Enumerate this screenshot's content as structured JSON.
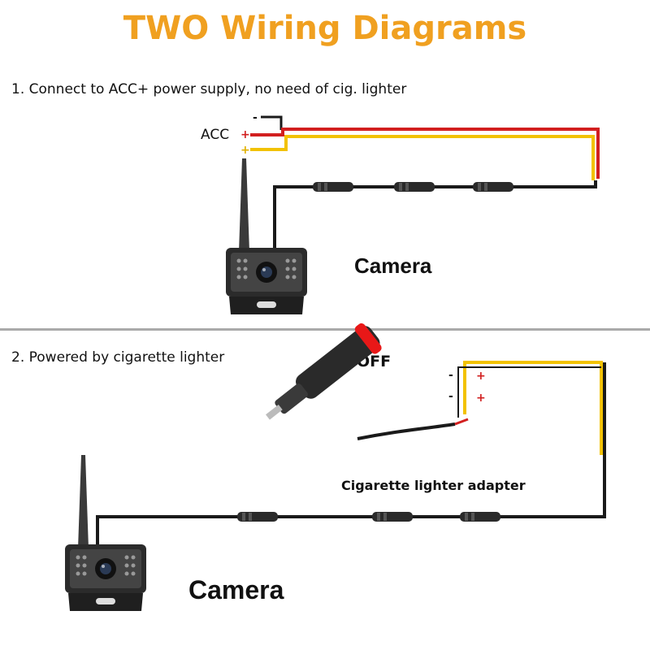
{
  "title": "TWO Wiring Diagrams",
  "colors": {
    "title": "#f0a020",
    "wire_black": "#1a1a1a",
    "wire_red": "#d21f1f",
    "wire_yellow": "#f2c200",
    "switch_red": "#e81818",
    "divider": "#aaaaaa"
  },
  "section1": {
    "heading": "1. Connect to ACC+ power supply,  no need of cig. lighter",
    "acc_label": "ACC",
    "terminals": [
      "-",
      "+",
      "+"
    ],
    "camera_label": "Camera"
  },
  "section2": {
    "heading": "2.  Powered by cigarette lighter",
    "switch_label": "ON/OFF",
    "adapter_label": "Cigarette lighter adapter",
    "terminals": [
      "-",
      "+",
      "-",
      "+"
    ],
    "camera_label": "Camera"
  }
}
